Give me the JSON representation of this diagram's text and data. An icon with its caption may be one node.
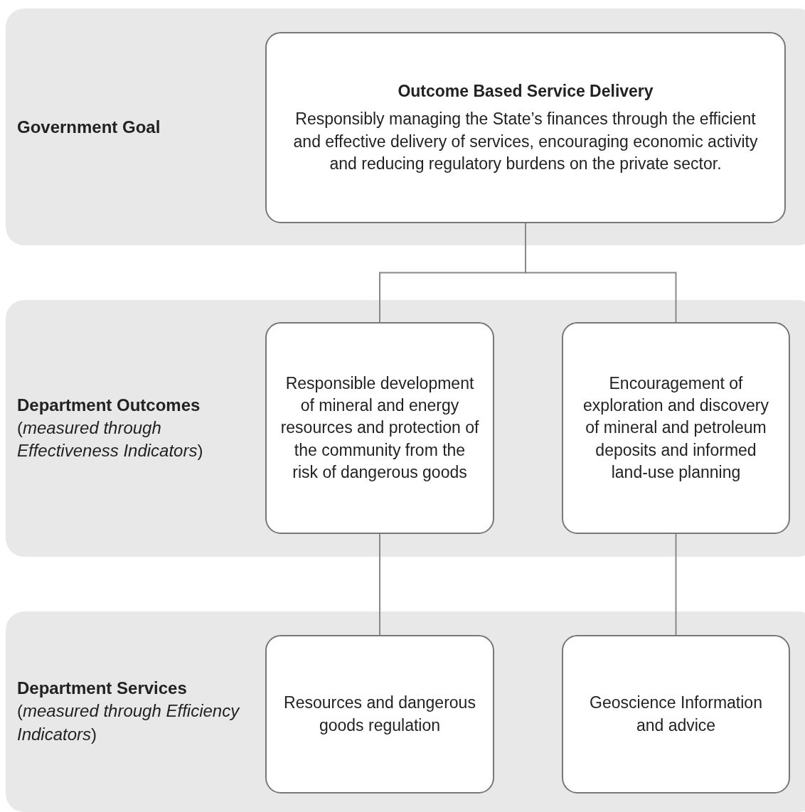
{
  "diagram": {
    "nodes": [
      {
        "text": [
          "Government Goal"
        ]
      },
      {
        "text": [
          "Outcome Based Service Delivery",
          "Responsibly managing the State’s finances through the efficient and effective delivery of services, encouraging economic activity and reducing regulatory burdens on the private sector."
        ],
        "in": 0
      },
      {
        "text": [
          "Department Outcomes",
          "(*measured through Effectiveness Indicators*)"
        ]
      },
      {
        "text": [
          "Responsible development of mineral and energy resources and protection of the community from the risk of dangerous goods"
        ],
        "in": 2
      },
      {
        "text": [
          "Encouragement of exploration and discovery of mineral and petroleum deposits and informed land-use planning"
        ],
        "in": 2
      },
      {
        "text": [
          "Department Services",
          "(*measured through Efficiency Indicators*)"
        ]
      },
      {
        "text": [
          "Resources and dangerous goods regulation"
        ],
        "in": 5
      },
      {
        "text": [
          "Geoscience Information and advice"
        ],
        "in": 5
      }
    ],
    "edges": [
      {
        "from": 1,
        "to": 3,
        "arrow": "none"
      },
      {
        "from": 1,
        "to": 4,
        "arrow": "none"
      },
      {
        "from": 3,
        "to": 6,
        "arrow": "none"
      },
      {
        "from": 4,
        "to": 7,
        "arrow": "none"
      }
    ]
  }
}
